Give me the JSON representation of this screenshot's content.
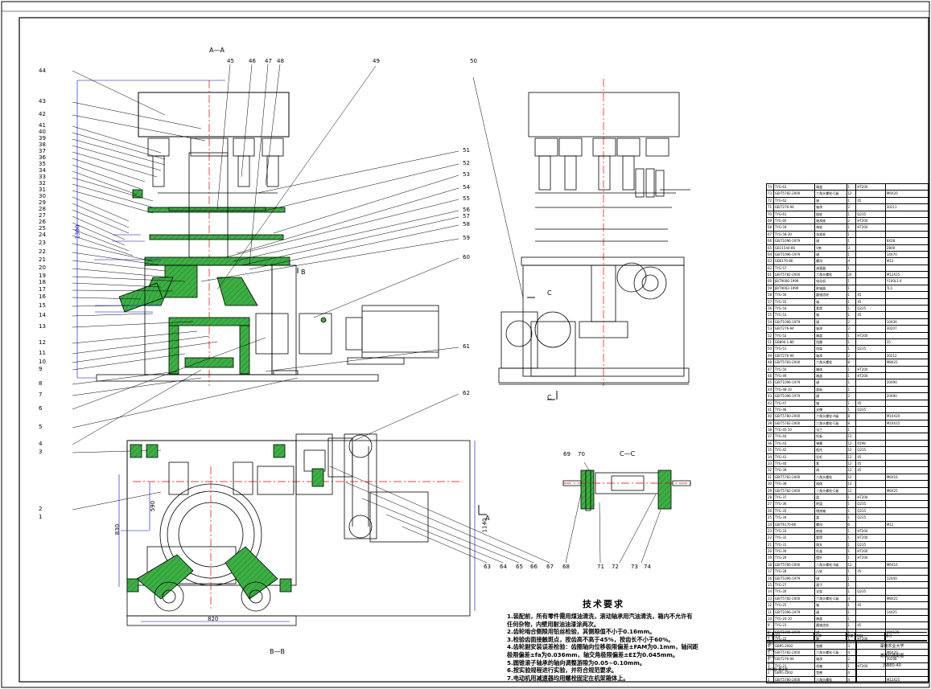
{
  "sections": {
    "a_top": "A—A",
    "b_bottom": "B—B",
    "c_side": "C—C",
    "c_mark_top": "C",
    "c_mark_bottom": "C",
    "a_mark": "A",
    "b_mark": "B"
  },
  "balloons": {
    "left": [
      "44",
      "43",
      "42",
      "41",
      "40",
      "39",
      "38",
      "37",
      "36",
      "35",
      "34",
      "33",
      "32",
      "31",
      "30",
      "29",
      "28",
      "27",
      "26",
      "25",
      "24",
      "23",
      "22",
      "21",
      "20",
      "19",
      "18",
      "17",
      "16",
      "15",
      "14",
      "13",
      "12",
      "11",
      "10",
      "9",
      "8",
      "7",
      "6",
      "5",
      "4",
      "3",
      "2",
      "1"
    ],
    "top": [
      "45",
      "46",
      "47",
      "48",
      "49",
      "50"
    ],
    "right": [
      "51",
      "52",
      "53",
      "54",
      "55",
      "56",
      "57",
      "58",
      "59",
      "60",
      "61",
      "62"
    ],
    "bottom": [
      "63",
      "64",
      "65",
      "66",
      "67",
      "68",
      "69",
      "70",
      "71",
      "72",
      "73",
      "74"
    ]
  },
  "dimensions": {
    "plan_width": "820",
    "plan_height": "830",
    "plan_inner": "590",
    "plan_overall": "1140",
    "front_height": "1300"
  },
  "technical_requirements": {
    "title": "技术要求",
    "lines": [
      "1.装配前，所有零件需用煤油清洗，滚动轴承用汽油清洗，箱内不允许有",
      "任何杂物，内壁用耐油油漆涂两次。",
      "2.齿轮啮合侧隙用铅丝检验，其侧隙值不小于0.16mm。",
      "3.检验齿面接触斑点，按齿高不高于45%，按齿长不小于60%。",
      "4.齿轮副安装误差检验：齿圈轴向位移极限偏差±FAM为0.1mm，轴间距",
      "极限偏差±fa为0.036mm，轴交角极限偏差±EΣ为0.045mm。",
      "5.圆锥滚子轴承的轴向调整游隙为0.05~0.10mm。",
      "6.按实验规程进行实验，并符合规范要求。",
      "7.电动机用减速器均用螺栓固定在机架箱体上。"
    ]
  },
  "bom": {
    "header": [
      "序号",
      "代号",
      "名称",
      "数量",
      "材料",
      "备注"
    ],
    "rows": [
      [
        "74",
        "TYG-63",
        "端盖",
        "1",
        "HT200",
        ""
      ],
      [
        "73",
        "GB/T5782-2000",
        "六角头螺栓-C级",
        "12",
        "",
        "M6X20"
      ],
      [
        "72",
        "TYG-62",
        "轴",
        "1",
        "45",
        ""
      ],
      [
        "71",
        "GB/T276-94",
        "轴承",
        "2",
        "",
        "30211"
      ],
      [
        "70",
        "TYG-61",
        "链轮",
        "1",
        "Q235",
        ""
      ],
      [
        "69",
        "TYG-60",
        "轴承座",
        "2",
        "HT200",
        ""
      ],
      [
        "68",
        "TYG-59",
        "带轮",
        "1",
        "HT200",
        ""
      ],
      [
        "67",
        "TYG-58-30",
        "张紧轮",
        "1",
        "",
        ""
      ],
      [
        "66",
        "GB/T1096-1979",
        "键",
        "1",
        "",
        "8X28"
      ],
      [
        "65",
        "GB11544-86",
        "V带",
        "3",
        "",
        "Z800"
      ],
      [
        "64",
        "GB/T1096-1979",
        "键",
        "1",
        "",
        "14X70"
      ],
      [
        "63",
        "GB6170-86",
        "螺母",
        "4",
        "",
        "M12"
      ],
      [
        "62",
        "TYG-57",
        "减速器",
        "1",
        "",
        ""
      ],
      [
        "61",
        "GB/T5782-2000",
        "六角头螺栓",
        "20",
        "",
        "M12X25"
      ],
      [
        "60",
        "JB/T9006-1999",
        "电动机",
        "1",
        "",
        "Y100L1-4"
      ],
      [
        "59",
        "JB/T9002-1999",
        "联轴器",
        "1",
        "",
        "TL5"
      ],
      [
        "58",
        "TYG-56",
        "圆锥齿轮",
        "1",
        "45",
        ""
      ],
      [
        "57",
        "TYG-55",
        "轴",
        "1",
        "45",
        ""
      ],
      [
        "56",
        "TYG-54",
        "套筒",
        "1",
        "Q235",
        ""
      ],
      [
        "55",
        "TYG-53",
        "轴",
        "1",
        "45",
        ""
      ],
      [
        "54",
        "GB/T1096-1979",
        "键",
        "2",
        "",
        "10X36"
      ],
      [
        "53",
        "GB/T276-94",
        "轴承",
        "2",
        "",
        "30207"
      ],
      [
        "52",
        "TYG-52",
        "端盖",
        "1",
        "HT200",
        ""
      ],
      [
        "51",
        "GB894.1-86",
        "挡圈",
        "1",
        "",
        "35"
      ],
      [
        "50",
        "TYG-51",
        "机架",
        "1",
        "Q235",
        ""
      ],
      [
        "49",
        "GB/T276-94",
        "轴承",
        "2",
        "",
        "30212"
      ],
      [
        "48",
        "GB/T5783-2000",
        "六角头螺栓",
        "8",
        "",
        "M8X25"
      ],
      [
        "47",
        "TYG-50",
        "箱体",
        "1",
        "HT200",
        ""
      ],
      [
        "46",
        "TYG-49",
        "端盖",
        "1",
        "HT200",
        ""
      ],
      [
        "45",
        "GB/T1096-1979",
        "键",
        "1",
        "",
        "20X90"
      ],
      [
        "44",
        "TYG-48-10",
        "盖板",
        "1",
        "",
        ""
      ],
      [
        "43",
        "GB/T1096-1979",
        "键",
        "2",
        "",
        "20X90"
      ],
      [
        "42",
        "TYG-47",
        "轴",
        "1",
        "45",
        ""
      ],
      [
        "41",
        "TYG-46",
        "支撑",
        "1",
        "Q235",
        ""
      ],
      [
        "40",
        "GB/T5780-2000",
        "六角头螺栓-A级",
        "8",
        "",
        "M10X20"
      ],
      [
        "39",
        "GB/T5782-2000",
        "六角头螺栓-C级",
        "8",
        "",
        "M10X25"
      ],
      [
        "38",
        "TYG-45-10",
        "法兰",
        "1",
        "",
        ""
      ],
      [
        "37",
        "TYG-44",
        "托板",
        "12",
        "",
        ""
      ],
      [
        "36",
        "TYG-43",
        "弹簧",
        "12",
        "65Mn",
        ""
      ],
      [
        "35",
        "TYG-42",
        "瓶托",
        "12",
        "Q235",
        ""
      ],
      [
        "34",
        "TYG-41",
        "导杆",
        "12",
        "45",
        ""
      ],
      [
        "33",
        "TYG-40",
        "套",
        "12",
        "45",
        ""
      ],
      [
        "32",
        "TYG-39",
        "阀",
        "12",
        "45",
        ""
      ],
      [
        "31",
        "GB/T5783-2000",
        "六角头螺栓",
        "12",
        "",
        "M6X16"
      ],
      [
        "30",
        "TYG-38",
        "阀体",
        "12",
        "",
        ""
      ],
      [
        "29",
        "GB/T5782-2000",
        "六角头螺栓-C级",
        "12",
        "",
        "M6X25"
      ],
      [
        "28",
        "TYG-37",
        "盘",
        "1",
        "HT200",
        ""
      ],
      [
        "27",
        "TYG-36",
        "转盘",
        "1",
        "Q235",
        ""
      ],
      [
        "26",
        "TYG-35",
        "储液箱",
        "1",
        "Q235",
        ""
      ],
      [
        "25",
        "TYG-34",
        "盖",
        "1",
        "Q235",
        ""
      ],
      [
        "24",
        "GB/T6170-86",
        "螺母",
        "6",
        "",
        "M12"
      ],
      [
        "23",
        "TYG-33",
        "底座",
        "1",
        "HT200",
        ""
      ],
      [
        "22",
        "TYG-32",
        "套筒",
        "1",
        "HT200",
        ""
      ],
      [
        "21",
        "TYG-31",
        "拨叉",
        "1",
        "Q235",
        ""
      ],
      [
        "20",
        "TYG-30",
        "托架",
        "1",
        "HT200",
        ""
      ],
      [
        "19",
        "TYG-29",
        "摆杆",
        "1",
        "HT200",
        ""
      ],
      [
        "18",
        "GB/T5780-2000",
        "六角头螺栓-A级",
        "12",
        "",
        "M6X16"
      ],
      [
        "17",
        "TYG-28",
        "凸轮",
        "1",
        "45",
        ""
      ],
      [
        "16",
        "GB/T1096-1979",
        "键",
        "1",
        "",
        "12X40"
      ],
      [
        "15",
        "TYG-27",
        "滚子",
        "1",
        "",
        ""
      ],
      [
        "14",
        "TYG-26",
        "支架",
        "1",
        "Q235",
        ""
      ],
      [
        "13",
        "GB/T5782-2000",
        "六角头螺栓-C级",
        "4",
        "",
        "M8X25"
      ],
      [
        "12",
        "TYG-25",
        "轴",
        "1",
        "45",
        ""
      ],
      [
        "11",
        "GB/T1096-1979",
        "键",
        "1",
        "",
        "14X25"
      ],
      [
        "10",
        "TYG-24-10",
        "端盖",
        "1",
        "",
        ""
      ],
      [
        "9",
        "TYG-23",
        "圆锥齿轮",
        "1",
        "45",
        ""
      ],
      [
        "8",
        "GB/T1096-1979",
        "键",
        "1",
        "",
        "40X125"
      ],
      [
        "7",
        "TYG-22",
        "轴",
        "1",
        "HT200",
        ""
      ],
      [
        "6",
        "GB95-2002",
        "垫圈",
        "3",
        "",
        ""
      ],
      [
        "5",
        "GB/T5782-2000",
        "六角头螺栓-C级",
        "4",
        "",
        "M6X20"
      ],
      [
        "4",
        "GB/T276-94",
        "轴承",
        "2",
        "",
        "30208"
      ],
      [
        "3",
        "TYG-21",
        "机箱",
        "1",
        "HT200",
        ""
      ],
      [
        "2",
        "GB95-2002",
        "垫圈",
        "4",
        "",
        ""
      ],
      [
        "1",
        "GB/T5780-2000",
        "六角头螺栓",
        "4",
        "",
        "M12X25"
      ]
    ]
  },
  "title_block": {
    "school": "湖南农业大学",
    "drawing_name": "灌装机装配图",
    "drawing_no": "JSB80-40",
    "scale": "1:5",
    "sheet": "共1张 第1张",
    "designer": "设计",
    "checker": "审核",
    "approver": "批准"
  },
  "colors": {
    "ink": "#000000",
    "hatch_green": "#3cb043",
    "centerline_red": "#e00000",
    "dimension_blue": "#0000d0",
    "frame": "#000000"
  }
}
